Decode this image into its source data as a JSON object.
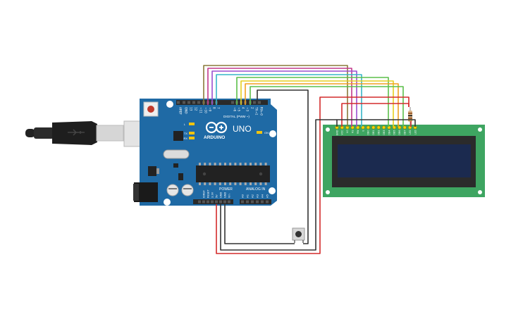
{
  "board": {
    "brand_text": "ARDUINO",
    "model_text": "UNO",
    "digital_header_label": "DIGITAL (PWM ~)",
    "power_header_label": "POWER",
    "analog_header_label": "ANALOG IN",
    "digital_pin_labels": [
      "AREF",
      "GND",
      "13",
      "12",
      "~11",
      "~10",
      "~9",
      "8",
      "7",
      "~6",
      "~5",
      "4",
      "~3",
      "2",
      "TX→1",
      "RX←0"
    ],
    "power_pin_labels": [
      "IOREF",
      "RESET",
      "3.3V",
      "5V",
      "GND",
      "GND",
      "Vin"
    ],
    "analog_pin_labels": [
      "A0",
      "A1",
      "A2",
      "A3",
      "A4",
      "A5"
    ],
    "tx_label": "TX",
    "rx_label": "RX",
    "l_label": "L",
    "on_label": "ON"
  },
  "lcd": {
    "pin_labels": [
      "GND",
      "VCC",
      "V0",
      "RS",
      "RW",
      "E",
      "DB0",
      "DB1",
      "DB2",
      "DB3",
      "DB4",
      "DB5",
      "DB6",
      "DB7",
      "LED",
      "LED"
    ]
  },
  "colors": {
    "board": "#1f6aa5",
    "lcd_pcb": "#3ea561",
    "lcd_screen": "#1b2a4f",
    "wire_red": "#d42b2b",
    "wire_black": "#333333",
    "wire_green": "#5cbf4a",
    "wire_orange": "#f0a020",
    "wire_yellow": "#e6cf20",
    "wire_purple": "#9b4fd0",
    "wire_magenta": "#c2388c",
    "wire_olive": "#8a7a3a",
    "wire_teal": "#37b6c8"
  },
  "components": [
    "usb-cable",
    "arduino-uno",
    "lcd-16x2",
    "pushbutton",
    "resistor"
  ]
}
